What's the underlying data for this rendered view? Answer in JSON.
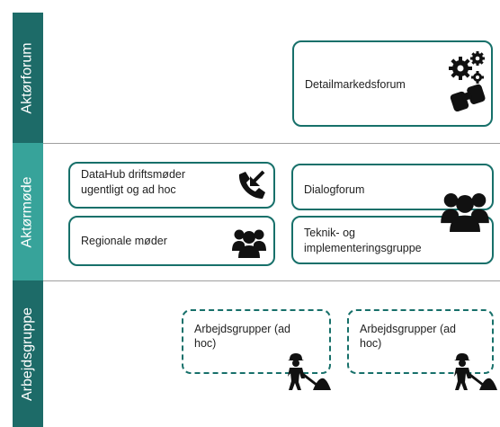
{
  "rows": [
    {
      "label": "Aktørforum",
      "color": "#1d6b68"
    },
    {
      "label": "Aktørmøde",
      "color": "#37a39a"
    },
    {
      "label": "Arbejdsgruppe",
      "color": "#1d6b68"
    }
  ],
  "boxes": {
    "detailmarkedsforum": {
      "text": "Detailmarkedsforum",
      "icon": "gears-binoculars-icon"
    },
    "datahub": {
      "line1": "DataHub driftsmøder",
      "line2": "ugentligt og ad hoc",
      "icon": "phone-incoming-icon"
    },
    "regionale": {
      "text": "Regionale møder",
      "icon": "people-group-icon"
    },
    "dialogforum": {
      "text": "Dialogforum",
      "icon": "people-group-icon"
    },
    "teknik": {
      "line1": "Teknik- og",
      "line2": "implementeringsgruppe"
    },
    "arbejdsgruppe1": {
      "line1": "Arbejdsgrupper (ad",
      "line2": "hoc)",
      "icon": "construction-worker-icon"
    },
    "arbejdsgruppe2": {
      "line1": "Arbejdsgrupper (ad",
      "line2": "hoc)",
      "icon": "construction-worker-icon"
    }
  }
}
